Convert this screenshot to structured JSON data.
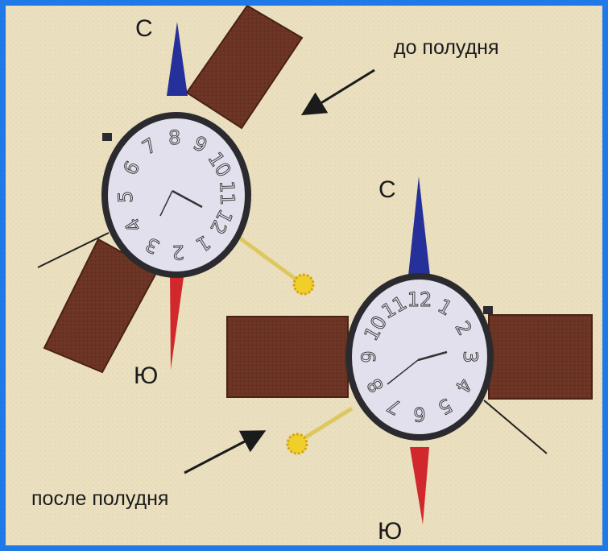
{
  "colors": {
    "frame": "#1f7ae8",
    "paper": "#eadfbf",
    "strap": "#6b3424",
    "face": "#e1e0ec",
    "north_needle": "#26309a",
    "south_needle": "#d0282c",
    "sun": "#f0cf2a"
  },
  "watch_before": {
    "north_label": "С",
    "south_label": "Ю",
    "caption": "до полудня",
    "dial_numbers": [
      "1",
      "2",
      "3",
      "4",
      "5",
      "6",
      "7",
      "8",
      "9",
      "10",
      "11",
      "12"
    ]
  },
  "watch_after": {
    "north_label": "С",
    "south_label": "Ю",
    "caption": "после полудня",
    "dial_numbers": [
      "1",
      "2",
      "3",
      "4",
      "5",
      "6",
      "7",
      "8",
      "9",
      "10",
      "11",
      "12"
    ]
  },
  "icons": [
    "sun-icon",
    "arrow-icon",
    "compass-needle-icon"
  ]
}
